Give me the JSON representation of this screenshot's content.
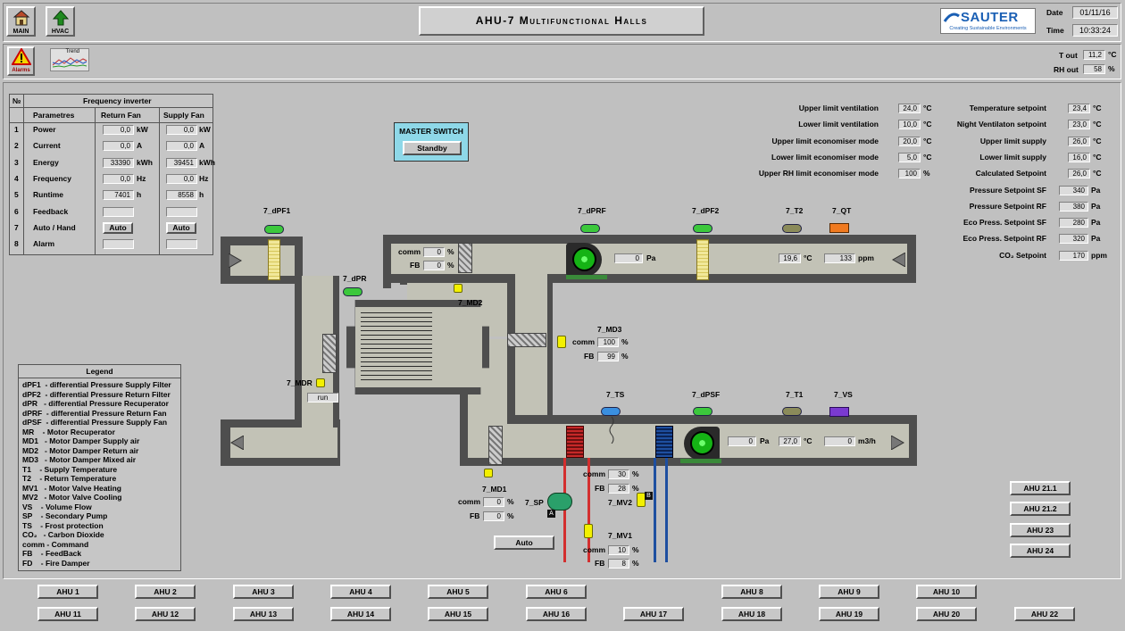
{
  "header": {
    "title": "AHU-7 Multifunctional Halls",
    "main_label": "MAIN",
    "hvac_label": "HVAC",
    "alarms_label": "Alarms",
    "trend_label": "Trend",
    "brand": "SAUTER",
    "brand_tagline": "Creating Sustainable Environments",
    "date_label": "Date",
    "date_value": "01/11/16",
    "time_label": "Time",
    "time_value": "10:33:24"
  },
  "outside": {
    "t_label": "T out",
    "t_value": "11,2",
    "t_unit": "°C",
    "rh_label": "RH out",
    "rh_value": "58",
    "rh_unit": "%"
  },
  "freq": {
    "title": "Frequency inverter",
    "col_no": "№",
    "col_param": "Parametres",
    "col_return": "Return Fan",
    "col_supply": "Supply Fan",
    "rows": [
      {
        "n": "1",
        "name": "Power",
        "ret": "0,0",
        "sup": "0,0",
        "unit": "kW"
      },
      {
        "n": "2",
        "name": "Current",
        "ret": "0,0",
        "sup": "0,0",
        "unit": "A"
      },
      {
        "n": "3",
        "name": "Energy",
        "ret": "33390",
        "sup": "39451",
        "unit": "kWh"
      },
      {
        "n": "4",
        "name": "Frequency",
        "ret": "0,0",
        "sup": "0,0",
        "unit": "Hz"
      },
      {
        "n": "5",
        "name": "Runtime",
        "ret": "7401",
        "sup": "8558",
        "unit": "h"
      },
      {
        "n": "6",
        "name": "Feedback",
        "ret": "",
        "sup": "",
        "unit": ""
      },
      {
        "n": "7",
        "name": "Auto / Hand",
        "ret": "Auto",
        "sup": "Auto",
        "unit": ""
      },
      {
        "n": "8",
        "name": "Alarm",
        "ret": "",
        "sup": "",
        "unit": ""
      }
    ]
  },
  "master": {
    "title": "MASTER SWITCH",
    "value": "Standby"
  },
  "limits": [
    {
      "label": "Upper limit ventilation",
      "value": "24,0",
      "unit": "°C"
    },
    {
      "label": "Lower limit ventilation",
      "value": "10,0",
      "unit": "°C"
    },
    {
      "label": "Upper limit economiser mode",
      "value": "20,0",
      "unit": "°C"
    },
    {
      "label": "Lower limit economiser mode",
      "value": "5,0",
      "unit": "°C"
    },
    {
      "label": "Upper RH limit economiser mode",
      "value": "100",
      "unit": "%"
    }
  ],
  "setpoints": [
    {
      "label": "Temperature setpoint",
      "value": "23,4",
      "unit": "°C"
    },
    {
      "label": "Night Ventilaton setpoint",
      "value": "23,0",
      "unit": "°C"
    },
    {
      "label": "Upper limit supply",
      "value": "26,0",
      "unit": "°C"
    },
    {
      "label": "Lower limit supply",
      "value": "16,0",
      "unit": "°C"
    },
    {
      "label": "Calculated Setpoint",
      "value": "26,0",
      "unit": "°C"
    },
    {
      "label": "Pressure Setpoint SF",
      "value": "340",
      "unit": "Pa"
    },
    {
      "label": "Pressure Setpoint RF",
      "value": "380",
      "unit": "Pa"
    },
    {
      "label": "Eco Press. Setpoint SF",
      "value": "280",
      "unit": "Pa"
    },
    {
      "label": "Eco Press. Setpoint RF",
      "value": "320",
      "unit": "Pa"
    },
    {
      "label": "CO₂ Setpoint",
      "value": "170",
      "unit": "ppm"
    }
  ],
  "diagram": {
    "dPF1": "7_dPF1",
    "dPR": "7_dPR",
    "dPRF": "7_dPRF",
    "dPF2": "7_dPF2",
    "T2": "7_T2",
    "QT": "7_QT",
    "MD2": "7_MD2",
    "MD3": "7_MD3",
    "MDR": "7_MDR",
    "TS": "7_TS",
    "dPSF": "7_dPSF",
    "T1": "7_T1",
    "VS": "7_VS",
    "MD1": "7_MD1",
    "SP": "7_SP",
    "MV2": "7_MV2",
    "MV1": "7_MV1",
    "comm": "comm",
    "fb": "FB",
    "pa": "Pa",
    "degc": "°C",
    "ppm": "ppm",
    "m3h": "m3/h",
    "pct": "%",
    "md2_comm": "0",
    "md2_fb": "0",
    "md3_comm": "100",
    "md3_fb": "99",
    "md1_comm": "0",
    "md1_fb": "0",
    "mv2_comm": "30",
    "mv2_fb": "28",
    "mv1_comm": "10",
    "mv1_fb": "8",
    "return_fan_pa": "0",
    "t2": "19,6",
    "qt": "133",
    "supply_fan_pa": "0",
    "t1": "27,0",
    "vs": "0",
    "mdr_state": "run",
    "auto_label": "Auto",
    "sp_tag": "A",
    "mv2_tag": "B"
  },
  "legend": {
    "title": "Legend",
    "items": [
      "dPF1  - differential Pressure Supply Filter",
      "dPF2  - differential Pressure Return Filter",
      "dPR   - differential Pressure Recuperator",
      "dPRF  - differential Pressure Return Fan",
      "dPSF  - differential Pressure Supply Fan",
      "MR    - Motor Recuperator",
      "MD1   - Motor Damper Supply air",
      "MD2   - Motor Damper Return air",
      "MD3   - Motor Damper Mixed air",
      "T1    - Supply Temperature",
      "T2    - Return Temperature",
      "MV1   - Motor Valve Heating",
      "MV2   - Motor Valve Cooling",
      "VS    - Volume Flow",
      "SP    - Secondary Pump",
      "TS    - Frost protection",
      "CO₂   - Carbon Dioxide",
      "comm - Command",
      "FB    - FeedBack",
      "FD    - Fire Damper"
    ]
  },
  "ahu_side": [
    "AHU 21.1",
    "AHU 21.2",
    "AHU 23",
    "AHU 24"
  ],
  "ahu_row1": [
    "AHU 1",
    "AHU 2",
    "AHU 3",
    "AHU 4",
    "AHU 5",
    "AHU 6",
    "AHU 8",
    "AHU 9",
    "AHU 10"
  ],
  "ahu_row2": [
    "AHU 11",
    "AHU 12",
    "AHU 13",
    "AHU 14",
    "AHU 15",
    "AHU 16",
    "AHU 17",
    "AHU 18",
    "AHU 19",
    "AHU 20",
    "AHU 22"
  ],
  "colors": {
    "heating": "#c62828",
    "cooling": "#1e4fa0",
    "sensor_green": "#3cc83c",
    "actuator": "#f3f000"
  }
}
